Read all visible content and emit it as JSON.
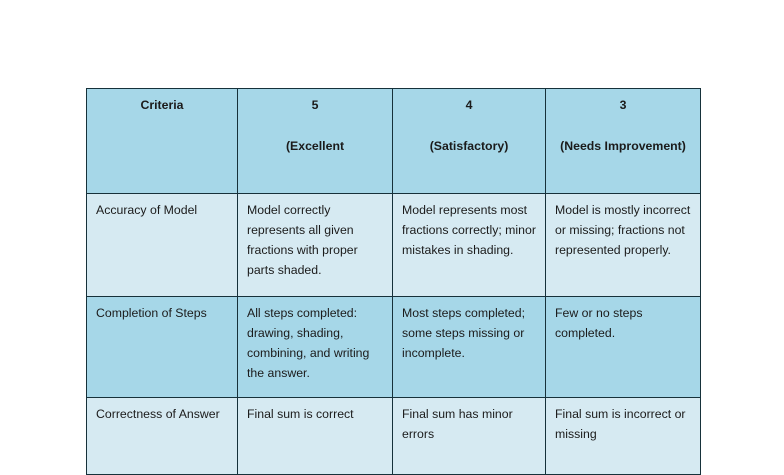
{
  "table": {
    "header": [
      {
        "score": "Criteria",
        "desc": ""
      },
      {
        "score": "5",
        "desc": "(Excellent"
      },
      {
        "score": "4",
        "desc": "(Satisfactory)"
      },
      {
        "score": "3",
        "desc": "(Needs Improvement)"
      }
    ],
    "rows": [
      {
        "criteria": "Accuracy of Model",
        "level5": "Model correctly represents all given fractions with proper parts shaded.",
        "level4": "Model represents most fractions correctly; minor mistakes in shading.",
        "level3": "Model is mostly incorrect or missing; fractions not represented properly."
      },
      {
        "criteria": "Completion of Steps",
        "level5": "All steps completed: drawing, shading, combining, and writing the answer.",
        "level4": "Most steps completed; some steps missing or incomplete.",
        "level3": "Few or no steps completed."
      },
      {
        "criteria": "Correctness of Answer",
        "level5": "Final sum is correct",
        "level4": "Final sum has minor errors",
        "level3": "Final sum is incorrect or missing"
      }
    ]
  },
  "colors": {
    "header_fill": "#a6d7e8",
    "row_dark_fill": "#a6d7e8",
    "row_light_fill": "#d6eaf2",
    "border": "#16313a",
    "page_background": "#ffffff",
    "text": "#1b1b1b"
  }
}
